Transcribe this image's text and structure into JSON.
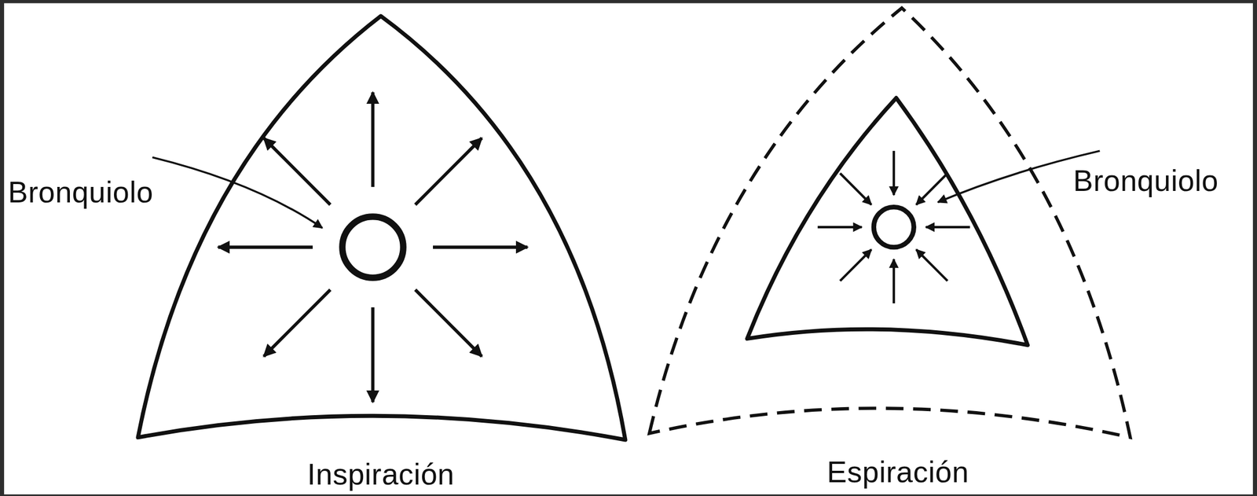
{
  "diagram": {
    "labels": [
      "Bronquiolo",
      "Bronquiolo",
      "Inspiración",
      "Espiración"
    ]
  }
}
